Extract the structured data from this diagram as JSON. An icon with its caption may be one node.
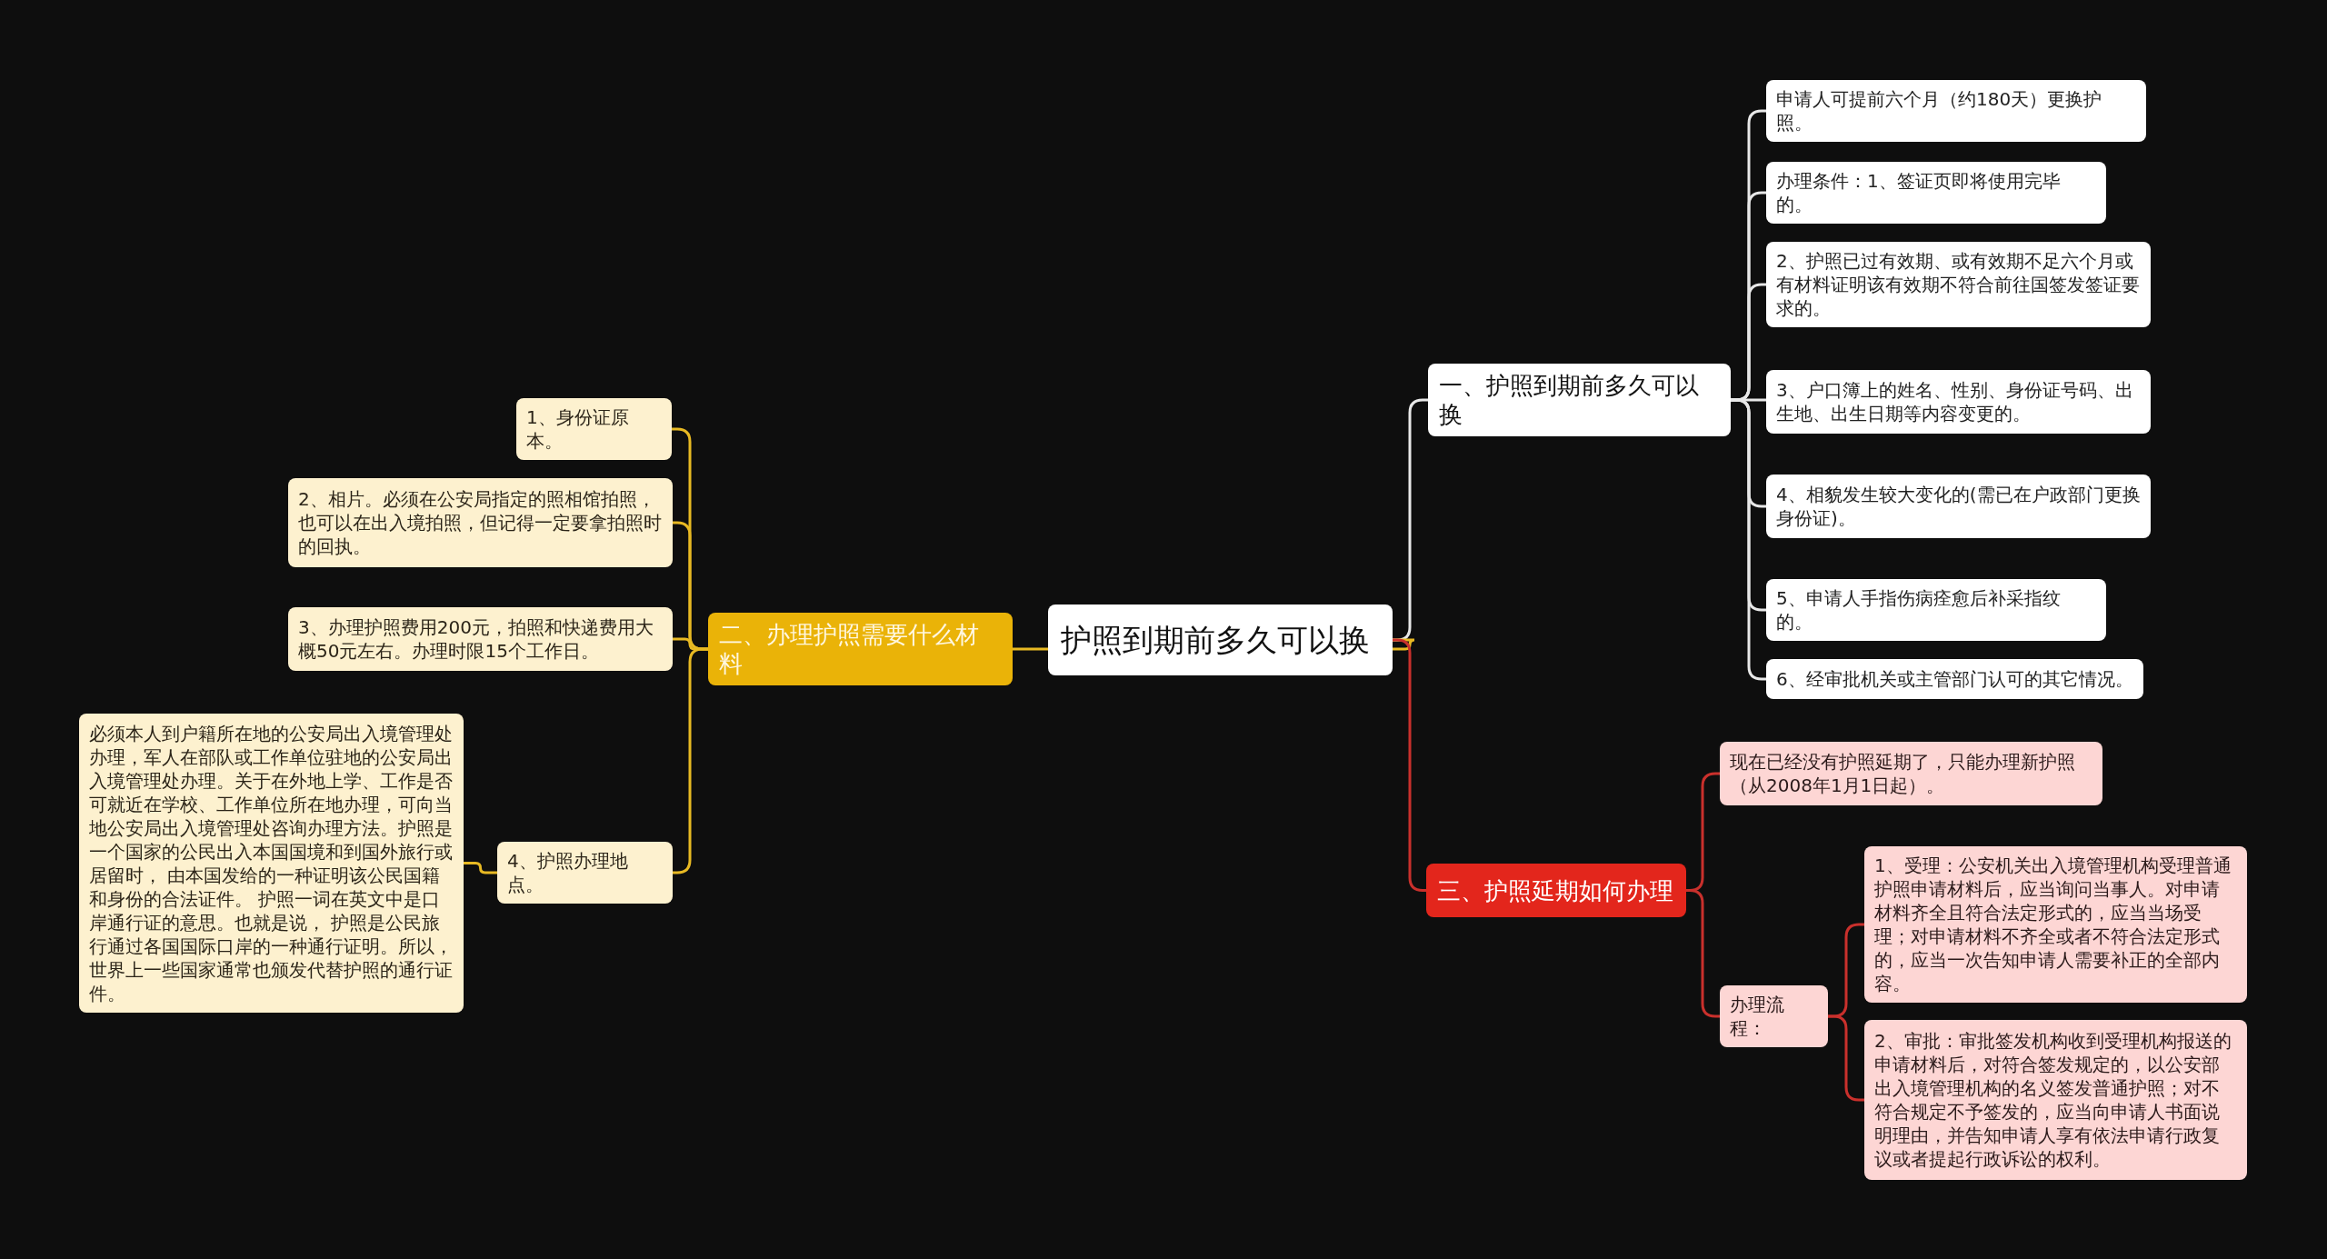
{
  "diagram": {
    "nodes": [
      {
        "text": [
          "护照到期前多久可以换"
        ]
      },
      {
        "text": [
          "一、护照到期前多久可以换"
        ]
      },
      {
        "text": [
          "申请人可提前六个月（约180天）更换护照。"
        ]
      },
      {
        "text": [
          "办理条件：1、签证页即将使用完毕的。"
        ]
      },
      {
        "text": [
          "2、护照已过有效期、或有效期不足六个月或有材料证明该有效期不符合前往国签发签证要求的。"
        ]
      },
      {
        "text": [
          "3、户口簿上的姓名、性别、身份证号码、出生地、出生日期等内容变更的。"
        ]
      },
      {
        "text": [
          "4、相貌发生较大变化的(需已在户政部门更换身份证)。"
        ]
      },
      {
        "text": [
          "5、申请人手指伤病痊愈后补采指纹的。"
        ]
      },
      {
        "text": [
          "6、经审批机关或主管部门认可的其它情况。"
        ]
      },
      {
        "text": [
          "二、办理护照需要什么材料"
        ]
      },
      {
        "text": [
          "1、身份证原本。"
        ]
      },
      {
        "text": [
          "2、相片。必须在公安局指定的照相馆拍照，也可以在出入境拍照，但记得一定要拿拍照时的回执。"
        ]
      },
      {
        "text": [
          "3、办理护照费用200元，拍照和快递费用大概50元左右。办理时限15个工作日。"
        ]
      },
      {
        "text": [
          "4、护照办理地点。"
        ]
      },
      {
        "text": [
          "必须本人到户籍所在地的公安局出入境管理处办理，军人在部队或工作单位驻地的公安局出入境管理处办理。关于在外地上学、工作是否可就近在学校、工作单位所在地办理，可向当地公安局出入境管理处咨询办理方法。护照是一个国家的公民出入本国国境和到国外旅行或居留时， 由本国发给的一种证明该公民国籍和身份的合法证件。 护照一词在英文中是口岸通行证的意思。也就是说， 护照是公民旅行通过各国国际口岸的一种通行证明。所以，世界上一些国家通常也颁发代替护照的通行证件。"
        ]
      },
      {
        "text": [
          "三、护照延期如何办理"
        ]
      },
      {
        "text": [
          "现在已经没有护照延期了，只能办理新护照（从2008年1月1日起）。"
        ]
      },
      {
        "text": [
          "办理流程："
        ]
      },
      {
        "text": [
          "1、受理：公安机关出入境管理机构受理普通护照申请材料后，应当询问当事人。对申请材料齐全且符合法定形式的，应当当场受理；对申请材料不齐全或者不符合法定形式的，应当一次告知申请人需要补正的全部内容。"
        ]
      },
      {
        "text": [
          "2、审批：审批签发机构收到受理机构报送的申请材料后，对符合签发规定的，以公安部出入境管理机构的名义签发普通护照；对不符合规定不予签发的，应当向申请人书面说明理由，并告知申请人享有依法申请行政复议或者提起行政诉讼的权利。"
        ]
      }
    ],
    "edges": [
      {
        "from": 0,
        "to": 1,
        "arrow": "none"
      },
      {
        "from": 1,
        "to": 2,
        "arrow": "none"
      },
      {
        "from": 1,
        "to": 3,
        "arrow": "none"
      },
      {
        "from": 1,
        "to": 4,
        "arrow": "none"
      },
      {
        "from": 1,
        "to": 5,
        "arrow": "none"
      },
      {
        "from": 1,
        "to": 6,
        "arrow": "none"
      },
      {
        "from": 1,
        "to": 7,
        "arrow": "none"
      },
      {
        "from": 1,
        "to": 8,
        "arrow": "none"
      },
      {
        "from": 0,
        "to": 9,
        "arrow": "none",
        "color": "#e8b923"
      },
      {
        "from": 9,
        "to": 10,
        "arrow": "none",
        "color": "#e8b923"
      },
      {
        "from": 9,
        "to": 11,
        "arrow": "none",
        "color": "#e8b923"
      },
      {
        "from": 9,
        "to": 12,
        "arrow": "none",
        "color": "#e8b923"
      },
      {
        "from": 9,
        "to": 13,
        "arrow": "none",
        "color": "#e8b923"
      },
      {
        "from": 13,
        "to": 14,
        "arrow": "none",
        "color": "#e8b923"
      },
      {
        "from": 0,
        "to": 15,
        "arrow": "none",
        "color": "#c9302c"
      },
      {
        "from": 15,
        "to": 16,
        "arrow": "none",
        "color": "#c9302c"
      },
      {
        "from": 15,
        "to": 17,
        "arrow": "none",
        "color": "#c9302c"
      },
      {
        "from": 17,
        "to": 18,
        "arrow": "none",
        "color": "#c9302c"
      },
      {
        "from": 17,
        "to": 19,
        "arrow": "none",
        "color": "#c9302c"
      }
    ]
  }
}
